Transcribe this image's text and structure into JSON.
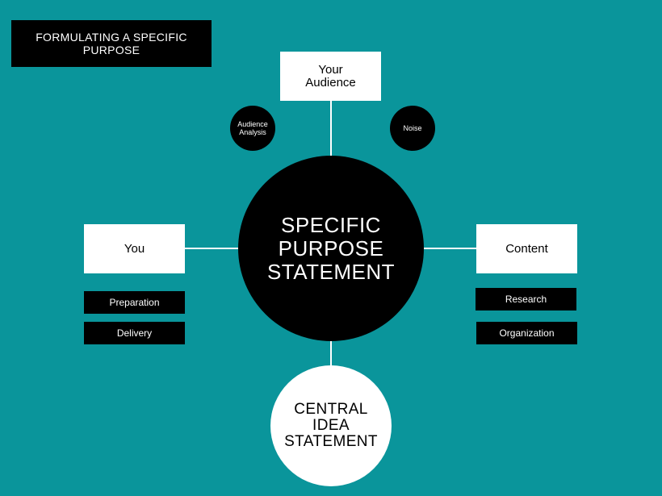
{
  "title": "FORMULATING A SPECIFIC\nPURPOSE",
  "center": {
    "label": "SPECIFIC\nPURPOSE\nSTATEMENT"
  },
  "top_node": {
    "label": "Your\nAudience"
  },
  "left_node": {
    "label": "You",
    "items": [
      "Preparation",
      "Delivery"
    ]
  },
  "right_node": {
    "label": "Content",
    "items": [
      "Research",
      "Organization"
    ]
  },
  "bottom_node": {
    "label": "CENTRAL\nIDEA\nSTATEMENT"
  },
  "small_circles": [
    "Audience\nAnalysis",
    "Noise"
  ],
  "colors": {
    "background": "#0a959b",
    "dark": "#000000",
    "light": "#ffffff"
  }
}
